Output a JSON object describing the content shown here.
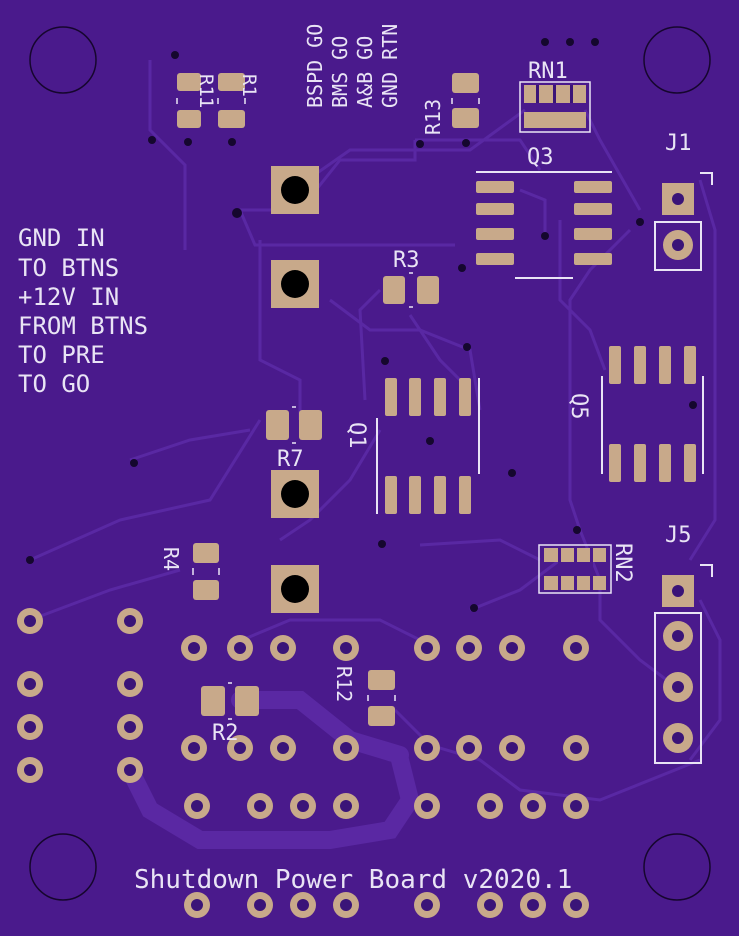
{
  "board": {
    "title": "Shutdown Power Board v2020.1",
    "colors": {
      "substrate": "#4a1a8c",
      "copper_trace": "#5a2aa8",
      "pad": "#c8a98a",
      "silkscreen": "#e9e4f5",
      "mount_outline": "#16062e",
      "hole": "#000000"
    }
  },
  "connector_labels": [
    "BSPD GO",
    "BMS GO",
    "A&B GO",
    "GND RTN"
  ],
  "button_labels": [
    "GND IN",
    "TO BTNS",
    "+12V IN",
    "FROM BTNS",
    "TO PRE",
    "TO GO"
  ],
  "components": {
    "r11": "R11",
    "r1": "R1",
    "r13": "R13",
    "rn1": "RN1",
    "q3": "Q3",
    "j1": "J1",
    "r3": "R3",
    "q1": "Q1",
    "q5": "Q5",
    "r7": "R7",
    "r4": "R4",
    "rn2": "RN2",
    "j5": "J5",
    "r12": "R12",
    "r2": "R2"
  }
}
